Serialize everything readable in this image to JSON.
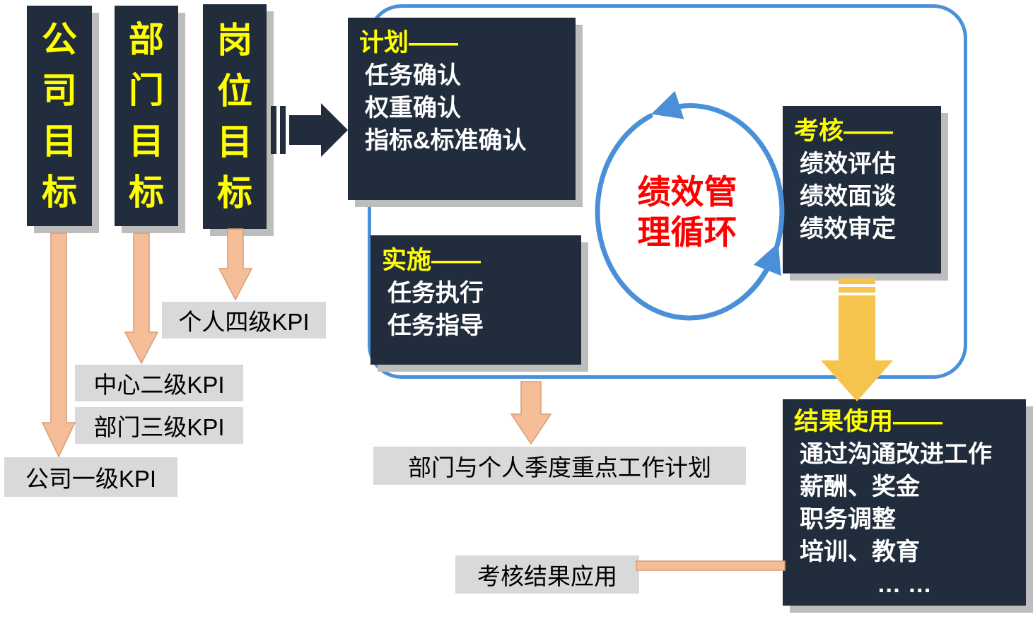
{
  "goals": [
    {
      "label": "公司目标"
    },
    {
      "label": "部门目标"
    },
    {
      "label": "岗位目标"
    }
  ],
  "kpis": {
    "personal": "个人四级KPI",
    "center": "中心二级KPI",
    "department": "部门三级KPI",
    "company": "公司一级KPI"
  },
  "plan": {
    "title": "计划——",
    "items": [
      "任务确认",
      "权重确认",
      "指标&标准确认"
    ]
  },
  "implement": {
    "title": "实施——",
    "items": [
      "任务执行",
      "任务指导"
    ]
  },
  "assess": {
    "title": "考核——",
    "items": [
      "绩效评估",
      "绩效面谈",
      "绩效审定"
    ]
  },
  "results": {
    "title": "结果使用——",
    "items": [
      "通过沟通改进工作",
      "薪酬、奖金",
      "职务调整",
      "培训、教育",
      "… …"
    ]
  },
  "cycle": {
    "line1": "绩效管",
    "line2": "理循环"
  },
  "notes": {
    "quarterly_plan": "部门与个人季度重点工作计划",
    "result_application": "考核结果应用"
  },
  "colors": {
    "box_dark": "#212c3c",
    "title_yellow": "#ffff00",
    "cycle_red": "#ff0000",
    "frame_blue": "#4a90d9",
    "arrow_salmon": "#f5bd98",
    "arrow_salmon_edge": "#d89d72",
    "arrow_gold": "#f6c44d",
    "label_gray": "#d9d9d9"
  }
}
